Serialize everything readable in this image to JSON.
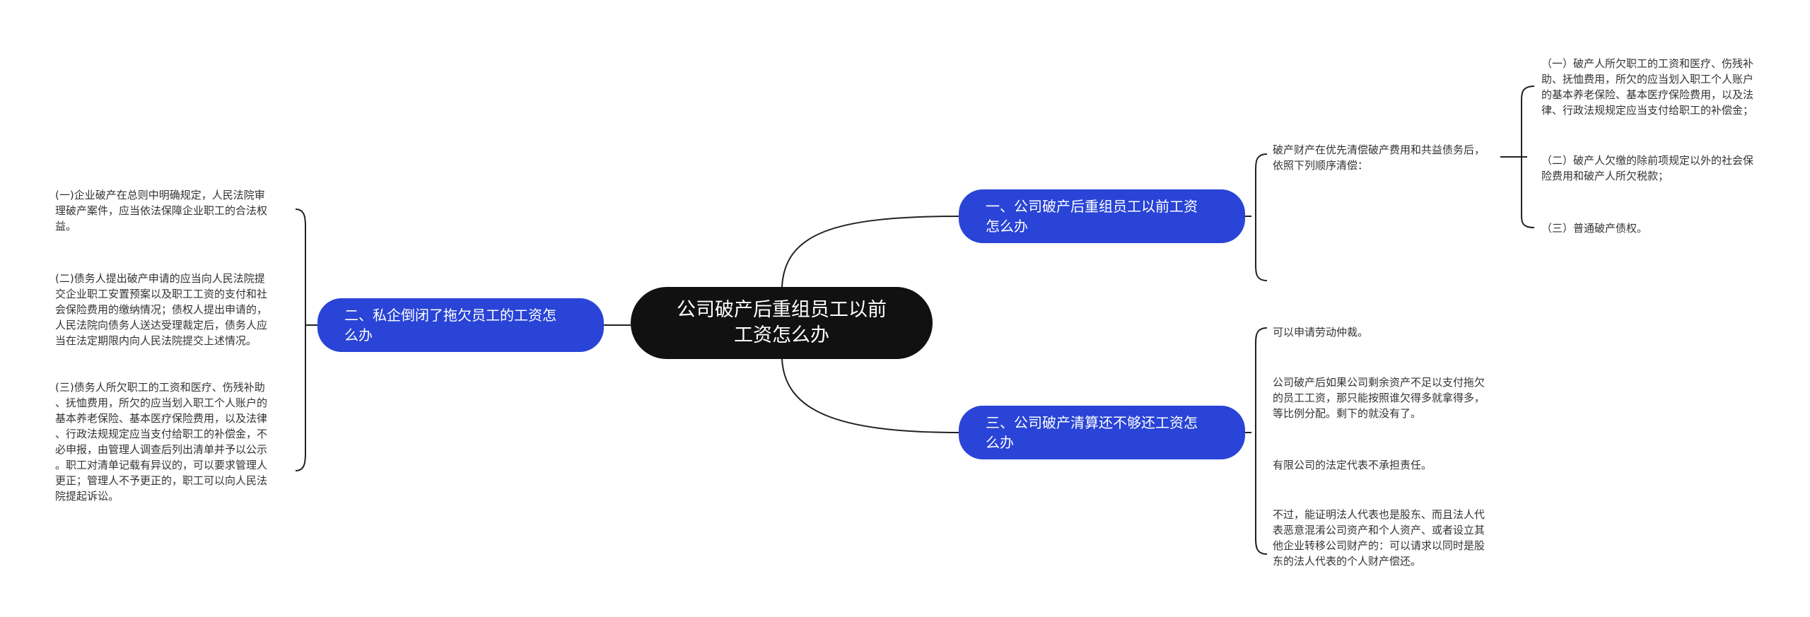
{
  "root": {
    "label": "公司破产后重组员工以前\n工资怎么办"
  },
  "branches": [
    {
      "label": "一、公司破产后重组员工以前工资\n怎么办",
      "children": [
        {
          "text": "破产财产在优先清偿破产费用和共益债务后，\n依照下列顺序清偿：",
          "children": [
            {
              "text": "（一）破产人所欠职工的工资和医疗、伤残补\n助、抚恤费用，所欠的应当划入职工个人账户\n的基本养老保险、基本医疗保险费用，以及法\n律、行政法规规定应当支付给职工的补偿金；"
            },
            {
              "text": "（二）破产人欠缴的除前项规定以外的社会保\n险费用和破产人所欠税款；"
            },
            {
              "text": "（三）普通破产债权。"
            }
          ]
        }
      ]
    },
    {
      "label": "二、私企倒闭了拖欠员工的工资怎\n么办",
      "children": [
        {
          "text": "(一)企业破产在总则中明确规定，人民法院审\n理破产案件，应当依法保障企业职工的合法权\n益。"
        },
        {
          "text": "(二)债务人提出破产申请的应当向人民法院提\n交企业职工安置预案以及职工工资的支付和社\n会保险费用的缴纳情况；债权人提出申请的，\n人民法院向债务人送达受理裁定后，债务人应\n当在法定期限内向人民法院提交上述情况。"
        },
        {
          "text": "(三)债务人所欠职工的工资和医疗、伤残补助\n、抚恤费用，所欠的应当划入职工个人账户的\n基本养老保险、基本医疗保险费用，以及法律\n、行政法规规定应当支付给职工的补偿金，不\n必申报，由管理人调查后列出清单并予以公示\n。职工对清单记载有异议的，可以要求管理人\n更正；管理人不予更正的，职工可以向人民法\n院提起诉讼。"
        }
      ]
    },
    {
      "label": "三、公司破产清算还不够还工资怎\n么办",
      "children": [
        {
          "text": "可以申请劳动仲裁。"
        },
        {
          "text": "公司破产后如果公司剩余资产不足以支付拖欠\n的员工工资，那只能按照谁欠得多就拿得多，\n等比例分配。剩下的就没有了。"
        },
        {
          "text": "有限公司的法定代表不承担责任。"
        },
        {
          "text": "不过，能证明法人代表也是股东、而且法人代\n表恶意混淆公司资产和个人资产、或者设立其\n他企业转移公司财产的：可以请求以同时是股\n东的法人代表的个人财产偿还。"
        }
      ]
    }
  ],
  "colors": {
    "root": "#111111",
    "branch": "#2944d6",
    "line": "#222222",
    "leaf_text": "#333333"
  }
}
